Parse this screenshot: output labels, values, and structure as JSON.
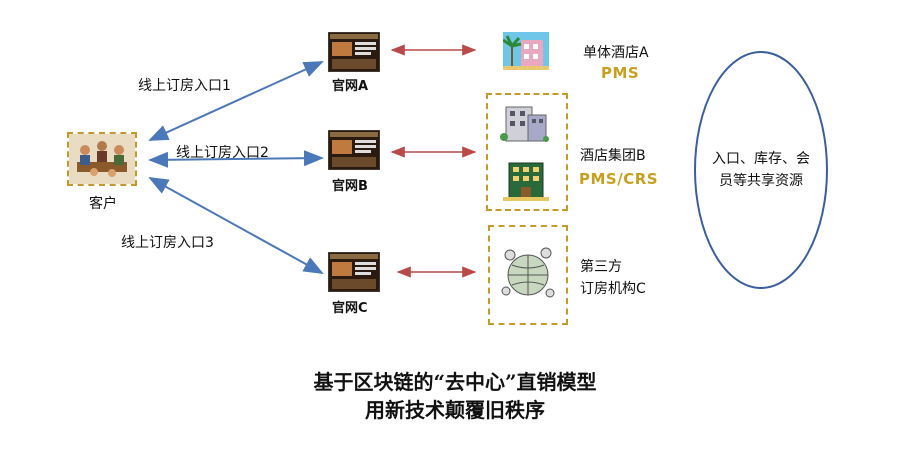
{
  "customer": {
    "label": "客户"
  },
  "entries": [
    {
      "label": "线上订房入口1"
    },
    {
      "label": "线上订房入口2"
    },
    {
      "label": "线上订房入口3"
    }
  ],
  "sites": [
    {
      "label": "官网A"
    },
    {
      "label": "官网B"
    },
    {
      "label": "官网C"
    }
  ],
  "hotels": {
    "a": {
      "name": "单体酒店A",
      "system": "PMS"
    },
    "b": {
      "name": "酒店集团B",
      "system": "PMS/CRS"
    },
    "c": {
      "line1": "第三方",
      "line2": "订房机构C"
    }
  },
  "shared": {
    "line1": "入口、库存、会",
    "line2": "员等共享资源"
  },
  "caption": {
    "line1": "基于区块链的“去中心”直销模型",
    "line2": "用新技术颠覆旧秩序"
  },
  "colors": {
    "blue_arrow": "#4a78b8",
    "red_arrow": "#b84a4a",
    "gold": "#c8a020",
    "ellipse": "#3a5fa0"
  }
}
